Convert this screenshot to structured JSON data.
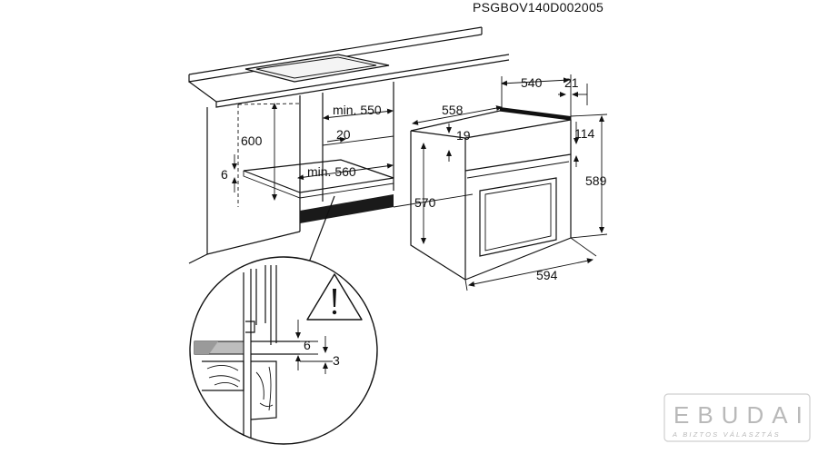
{
  "document": {
    "code": "PSGBOV140D002005"
  },
  "dimensions": {
    "cabinet_height": "600",
    "plinth_gap": "6",
    "min_depth": "min. 550",
    "min_width": "min. 560",
    "rear_gap": "20",
    "oven_depth_total": "558",
    "oven_body_depth": "540",
    "door_depth": "21",
    "panel_offset": "19",
    "oven_body_height": "570",
    "top_panel": "114",
    "front_height": "589",
    "front_width": "594",
    "detail_gap": "6",
    "detail_edge": "3"
  },
  "watermark": {
    "brand": "EBUDAI",
    "tagline": "A BIZTOS VÁLASZTÁS"
  },
  "icons": {
    "warning": "warning-triangle-icon"
  }
}
